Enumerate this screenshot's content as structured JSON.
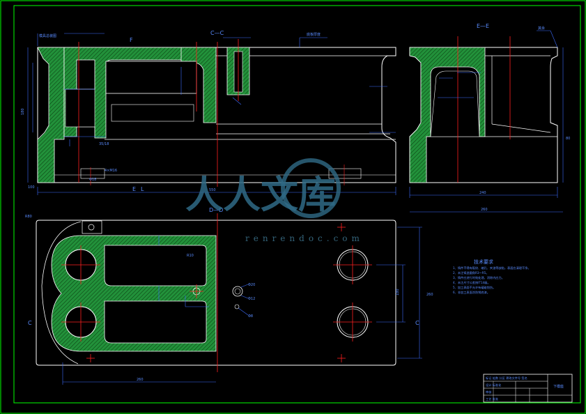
{
  "sections": {
    "cc": "C—C",
    "ee": "E—E",
    "dd": "D—D"
  },
  "markers": {
    "e_left": "E",
    "e_left2": "L",
    "c_left": "C",
    "c_right": "C",
    "f_top": "F"
  },
  "technical_requirements": {
    "title": "技术要求",
    "items": [
      "1、铸件不得有裂纹、缩孔、夹渣等缺陷，表面应清理干净。",
      "2、未注铸造圆角R3～R5。",
      "3、铸件应进行时效处理，消除内应力。",
      "4、未注尺寸公差按IT14级。",
      "5、加工表面不允许有磕碰划伤。",
      "6、非加工表面涂防锈底漆。"
    ]
  },
  "title_block": {
    "part_name": "下模座",
    "rows": [
      "标记 处数 分区 更改文件号 签名",
      "设计 标准化",
      "审核",
      "工艺 批准"
    ]
  },
  "watermark": {
    "text": "人人文库",
    "url": "renrendoc.com"
  },
  "colors": {
    "background": "#000000",
    "frame": "#00ff00",
    "outline": "#ffffff",
    "hatch": "#1f8a2e",
    "dimension": "#3c6cff",
    "centerline": "#ff2020"
  }
}
